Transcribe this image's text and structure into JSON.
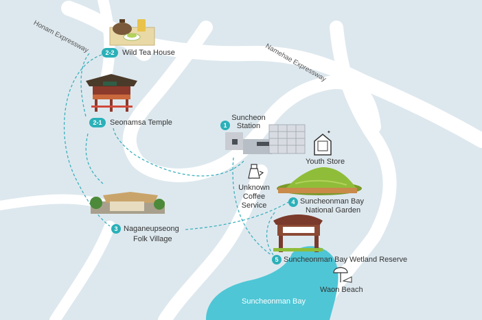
{
  "map": {
    "roads": [
      "Honam Expressway",
      "Namehae Expressway"
    ],
    "water_label": "Suncheonman Bay",
    "places": [
      {
        "badge": "1",
        "name": "Suncheon Station"
      },
      {
        "badge": "2-1",
        "name": "Seonamsa Temple"
      },
      {
        "badge": "2-2",
        "name": "Wild Tea House"
      },
      {
        "badge": "3",
        "name_line1": "Naganeupseong",
        "name_line2": "Folk Village"
      },
      {
        "badge": "4",
        "name_line1": "Suncheonman Bay",
        "name_line2": "National Garden"
      },
      {
        "badge": "5",
        "name": "Suncheonman Bay Wetland Reserve"
      }
    ],
    "other_places": {
      "youth_store": "Youth Store",
      "coffee_line1": "Unknown",
      "coffee_line2": "Coffee",
      "coffee_line3": "Service",
      "beach": "Waon Beach"
    }
  }
}
